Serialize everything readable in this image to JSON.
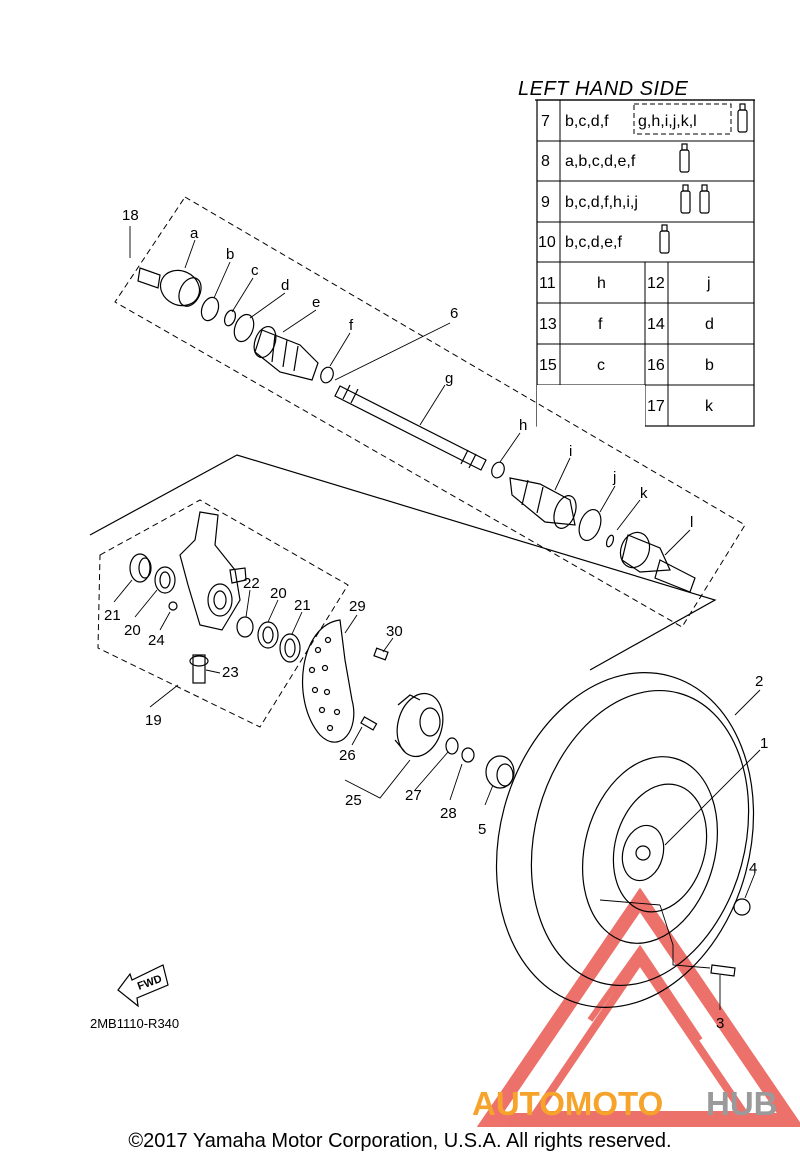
{
  "table": {
    "header": "LEFT HAND SIDE",
    "rows": [
      {
        "num": "7",
        "text": "b,c,d,f",
        "boxed": "g,h,i,j,k,l",
        "tubes": 1
      },
      {
        "num": "8",
        "text": "a,b,c,d,e,f",
        "tubes": 1
      },
      {
        "num": "9",
        "text": "b,c,d,f,h,i,j",
        "tubes": 2
      },
      {
        "num": "10",
        "text": "b,c,d,e,f",
        "tubes": 1
      }
    ],
    "pairs": [
      {
        "n1": "11",
        "v1": "h",
        "n2": "12",
        "v2": "j"
      },
      {
        "n1": "13",
        "v1": "f",
        "n2": "14",
        "v2": "d"
      },
      {
        "n1": "15",
        "v1": "c",
        "n2": "16",
        "v2": "b"
      },
      {
        "n2": "17",
        "v2": "k"
      }
    ]
  },
  "callouts": {
    "p1": "1",
    "p2": "2",
    "p3": "3",
    "p4": "4",
    "p5": "5",
    "p6": "6",
    "p18": "18",
    "p19": "19",
    "p20a": "20",
    "p20b": "20",
    "p21a": "21",
    "p21b": "21",
    "p22": "22",
    "p23": "23",
    "p24": "24",
    "p25": "25",
    "p26": "26",
    "p27": "27",
    "p28": "28",
    "p29": "29",
    "p30": "30",
    "a": "a",
    "b": "b",
    "c": "c",
    "d": "d",
    "e": "e",
    "f": "f",
    "g": "g",
    "h": "h",
    "i": "i",
    "j": "j",
    "k": "k",
    "l": "l"
  },
  "fwd_label": "FWD",
  "diagram_code": "2MB1110-R340",
  "watermark": {
    "part1": "AUTOMOTO",
    "part2": "HUB",
    "color1": "#f5a32a",
    "color2": "#9a9a9a",
    "triangle_color": "#e8423a"
  },
  "copyright": "©2017 Yamaha Motor Corporation, U.S.A. All rights reserved."
}
